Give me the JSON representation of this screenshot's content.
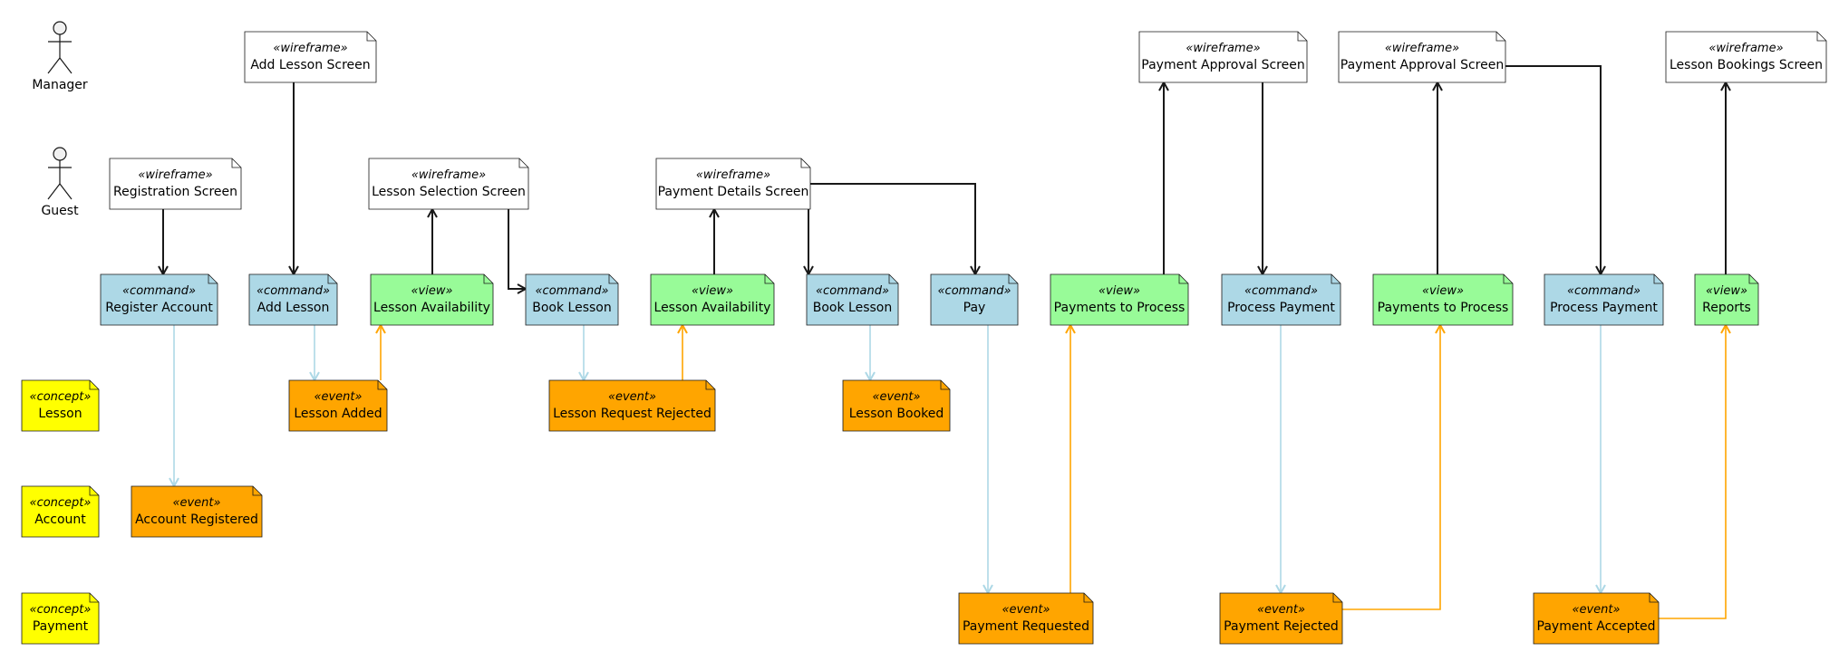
{
  "colors": {
    "wireframe": "#ffffff",
    "command": "#add8e6",
    "view": "#98fb98",
    "event": "#ffa500",
    "concept": "#ffff00",
    "border": "#181818",
    "arrow_black": "#181818",
    "arrow_lightblue": "#add8e6",
    "arrow_orange": "#ffa500"
  },
  "actors": [
    {
      "id": "manager",
      "label": "Manager"
    },
    {
      "id": "guest",
      "label": "Guest"
    }
  ],
  "nodes": [
    {
      "id": "wf_add_lesson",
      "type": "wireframe",
      "stereotype": "«wireframe»",
      "label": "Add Lesson Screen"
    },
    {
      "id": "wf_pay_approval_1",
      "type": "wireframe",
      "stereotype": "«wireframe»",
      "label": "Payment Approval Screen"
    },
    {
      "id": "wf_pay_approval_2",
      "type": "wireframe",
      "stereotype": "«wireframe»",
      "label": "Payment Approval Screen"
    },
    {
      "id": "wf_lesson_bookings",
      "type": "wireframe",
      "stereotype": "«wireframe»",
      "label": "Lesson Bookings Screen"
    },
    {
      "id": "wf_registration",
      "type": "wireframe",
      "stereotype": "«wireframe»",
      "label": "Registration Screen"
    },
    {
      "id": "wf_lesson_selection",
      "type": "wireframe",
      "stereotype": "«wireframe»",
      "label": "Lesson Selection Screen"
    },
    {
      "id": "wf_payment_details",
      "type": "wireframe",
      "stereotype": "«wireframe»",
      "label": "Payment Details Screen"
    },
    {
      "id": "cmd_register",
      "type": "command",
      "stereotype": "«command»",
      "label": "Register Account"
    },
    {
      "id": "cmd_add_lesson",
      "type": "command",
      "stereotype": "«command»",
      "label": "Add Lesson"
    },
    {
      "id": "view_lesson_avail_1",
      "type": "view",
      "stereotype": "«view»",
      "label": "Lesson Availability"
    },
    {
      "id": "cmd_book_lesson_1",
      "type": "command",
      "stereotype": "«command»",
      "label": "Book Lesson"
    },
    {
      "id": "view_lesson_avail_2",
      "type": "view",
      "stereotype": "«view»",
      "label": "Lesson Availability"
    },
    {
      "id": "cmd_book_lesson_2",
      "type": "command",
      "stereotype": "«command»",
      "label": "Book Lesson"
    },
    {
      "id": "cmd_pay",
      "type": "command",
      "stereotype": "«command»",
      "label": "Pay"
    },
    {
      "id": "view_payments_1",
      "type": "view",
      "stereotype": "«view»",
      "label": "Payments to Process"
    },
    {
      "id": "cmd_process_payment_1",
      "type": "command",
      "stereotype": "«command»",
      "label": "Process Payment"
    },
    {
      "id": "view_payments_2",
      "type": "view",
      "stereotype": "«view»",
      "label": "Payments to Process"
    },
    {
      "id": "cmd_process_payment_2",
      "type": "command",
      "stereotype": "«command»",
      "label": "Process Payment"
    },
    {
      "id": "view_reports",
      "type": "view",
      "stereotype": "«view»",
      "label": "Reports"
    },
    {
      "id": "concept_lesson",
      "type": "concept",
      "stereotype": "«concept»",
      "label": "Lesson"
    },
    {
      "id": "concept_account",
      "type": "concept",
      "stereotype": "«concept»",
      "label": "Account"
    },
    {
      "id": "concept_payment",
      "type": "concept",
      "stereotype": "«concept»",
      "label": "Payment"
    },
    {
      "id": "evt_lesson_added",
      "type": "event",
      "stereotype": "«event»",
      "label": "Lesson Added"
    },
    {
      "id": "evt_lesson_rejected",
      "type": "event",
      "stereotype": "«event»",
      "label": "Lesson Request Rejected"
    },
    {
      "id": "evt_lesson_booked",
      "type": "event",
      "stereotype": "«event»",
      "label": "Lesson Booked"
    },
    {
      "id": "evt_account_registered",
      "type": "event",
      "stereotype": "«event»",
      "label": "Account Registered"
    },
    {
      "id": "evt_payment_requested",
      "type": "event",
      "stereotype": "«event»",
      "label": "Payment Requested"
    },
    {
      "id": "evt_payment_rejected",
      "type": "event",
      "stereotype": "«event»",
      "label": "Payment Rejected"
    },
    {
      "id": "evt_payment_accepted",
      "type": "event",
      "stereotype": "«event»",
      "label": "Payment Accepted"
    }
  ],
  "edges": [
    {
      "from": "wf_registration",
      "to": "cmd_register",
      "style": "black"
    },
    {
      "from": "wf_add_lesson",
      "to": "cmd_add_lesson",
      "style": "black"
    },
    {
      "from": "view_lesson_avail_1",
      "to": "wf_lesson_selection",
      "style": "black"
    },
    {
      "from": "wf_lesson_selection",
      "to": "cmd_book_lesson_1",
      "style": "black"
    },
    {
      "from": "view_lesson_avail_2",
      "to": "wf_payment_details",
      "style": "black"
    },
    {
      "from": "wf_payment_details",
      "to": "cmd_book_lesson_2",
      "style": "black"
    },
    {
      "from": "wf_payment_details",
      "to": "cmd_pay",
      "style": "black"
    },
    {
      "from": "view_payments_1",
      "to": "wf_pay_approval_1",
      "style": "black"
    },
    {
      "from": "wf_pay_approval_1",
      "to": "cmd_process_payment_1",
      "style": "black"
    },
    {
      "from": "view_payments_2",
      "to": "wf_pay_approval_2",
      "style": "black"
    },
    {
      "from": "wf_pay_approval_2",
      "to": "cmd_process_payment_2",
      "style": "black"
    },
    {
      "from": "view_reports",
      "to": "wf_lesson_bookings",
      "style": "black"
    },
    {
      "from": "cmd_register",
      "to": "evt_account_registered",
      "style": "lightblue"
    },
    {
      "from": "cmd_add_lesson",
      "to": "evt_lesson_added",
      "style": "lightblue"
    },
    {
      "from": "cmd_book_lesson_1",
      "to": "evt_lesson_rejected",
      "style": "lightblue"
    },
    {
      "from": "cmd_book_lesson_2",
      "to": "evt_lesson_booked",
      "style": "lightblue"
    },
    {
      "from": "cmd_pay",
      "to": "evt_payment_requested",
      "style": "lightblue"
    },
    {
      "from": "cmd_process_payment_1",
      "to": "evt_payment_rejected",
      "style": "lightblue"
    },
    {
      "from": "cmd_process_payment_2",
      "to": "evt_payment_accepted",
      "style": "lightblue"
    },
    {
      "from": "evt_lesson_added",
      "to": "view_lesson_avail_1",
      "style": "orange"
    },
    {
      "from": "evt_lesson_rejected",
      "to": "view_lesson_avail_2",
      "style": "orange"
    },
    {
      "from": "evt_payment_requested",
      "to": "view_payments_1",
      "style": "orange"
    },
    {
      "from": "evt_payment_rejected",
      "to": "view_payments_2",
      "style": "orange"
    },
    {
      "from": "evt_payment_accepted",
      "to": "view_reports",
      "style": "orange"
    }
  ]
}
